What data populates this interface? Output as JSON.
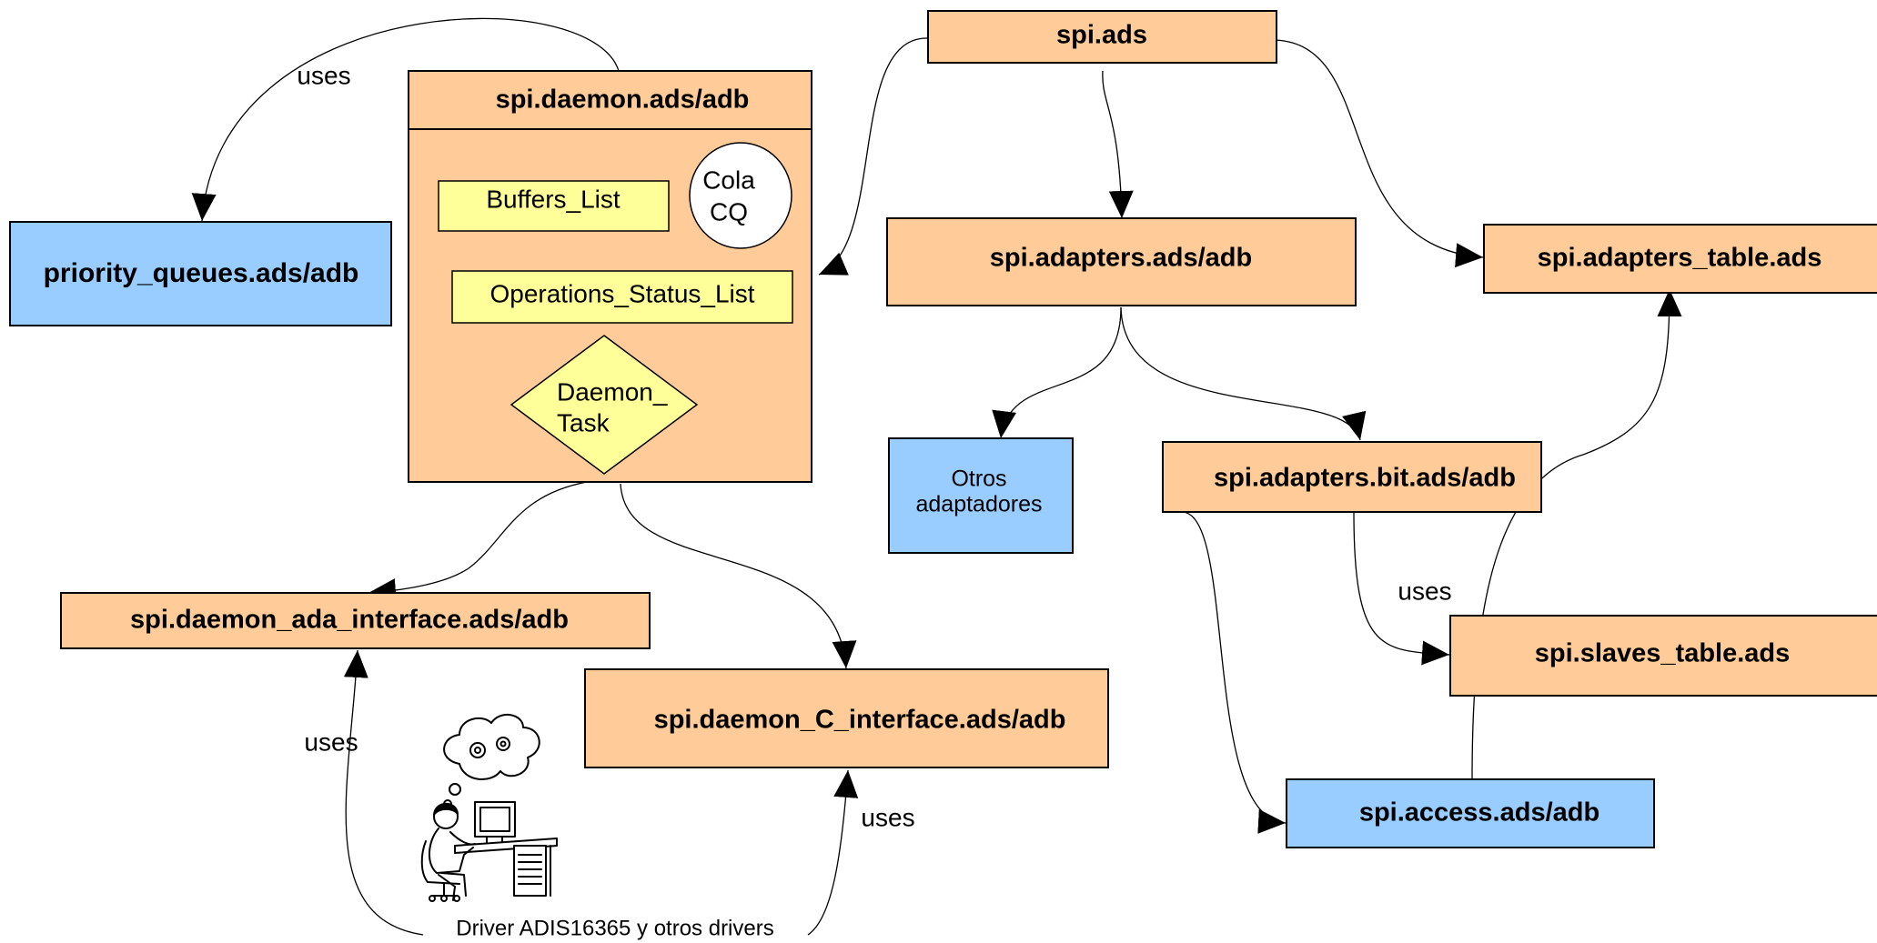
{
  "diagram": {
    "colors": {
      "module_fill": "#ffcb99",
      "external_fill": "#99ccff",
      "list_fill": "#ffff99",
      "queue_fill": "#ffffff",
      "task_fill": "#ffff99",
      "line": "#000000"
    },
    "modules": {
      "spi_ads": "spi.ads",
      "spi_daemon": "spi.daemon.ads/adb",
      "priority_queues": "priority_queues.ads/adb",
      "spi_adapters": "spi.adapters.ads/adb",
      "spi_adapters_table": "spi.adapters_table.ads",
      "otros_adaptadores_line1": "Otros",
      "otros_adaptadores_line2": "adaptadores",
      "spi_adapters_bit": "spi.adapters.bit.ads/adb",
      "spi_daemon_ada_interface": "spi.daemon_ada_interface.ads/adb",
      "spi_daemon_c_interface": "spi.daemon_C_interface.ads/adb",
      "spi_slaves_table": "spi.slaves_table.ads",
      "spi_access": "spi.access.ads/adb"
    },
    "daemon_internals": {
      "buffers_list": "Buffers_List",
      "cola_line1": "Cola",
      "cola_line2": "CQ",
      "operations_status_list": "Operations_Status_List",
      "daemon_task_line1": "Daemon_",
      "daemon_task_line2": "Task"
    },
    "edge_labels": {
      "uses_priority": "uses",
      "uses_slaves": "uses",
      "uses_ada_interface": "uses",
      "uses_c_interface": "uses"
    },
    "drivers_caption": "Driver ADIS16365 y otros drivers",
    "person_illustration": "person-at-computer-thinking"
  }
}
